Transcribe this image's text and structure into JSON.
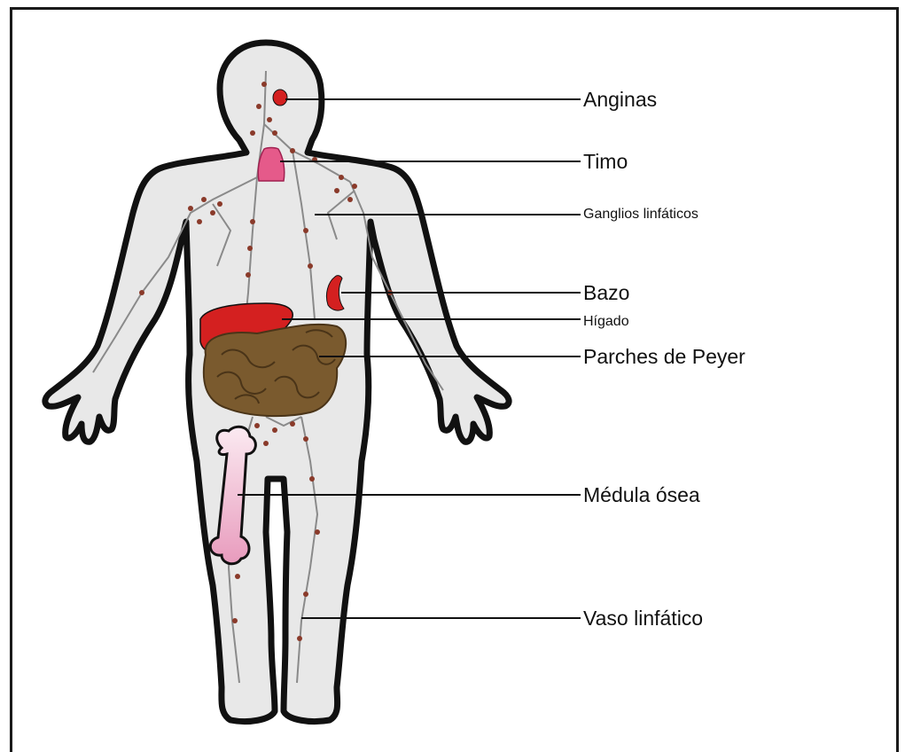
{
  "labels": {
    "anginas": "Anginas",
    "timo": "Timo",
    "ganglios": "Ganglios linfáticos",
    "bazo": "Bazo",
    "higado": "Hígado",
    "parches": "Parches de Peyer",
    "medula": "Médula ósea",
    "vaso": "Vaso linfático"
  },
  "colors": {
    "outline": "#111111",
    "body_fill": "#e8e8e8",
    "organ_red": "#d42020",
    "thymus_pink": "#e55a8a",
    "intestine_brown": "#7a5a2e",
    "bone_pink": "#f3c6d8",
    "vessel_gray": "#8a8a8a",
    "node_brown": "#8a3a2a"
  },
  "icons": [
    "human-body-silhouette",
    "tonsil-icon",
    "thymus-icon",
    "spleen-icon",
    "liver-icon",
    "intestine-icon",
    "femur-bone-icon",
    "lymph-node-icon"
  ]
}
